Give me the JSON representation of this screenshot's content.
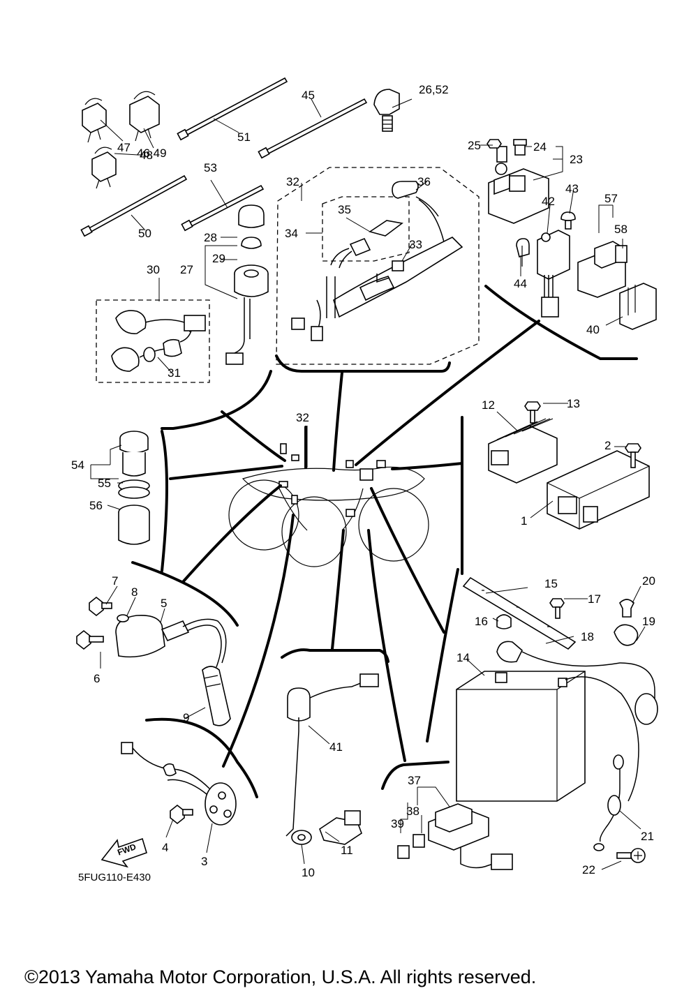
{
  "diagram_code": "5FUG110-E430",
  "copyright": "©2013 Yamaha Motor Corporation, U.S.A. All rights reserved.",
  "direction_label": "FWD",
  "labels": {
    "p1": "1",
    "p2": "2",
    "p3": "3",
    "p4": "4",
    "p5": "5",
    "p6": "6",
    "p7": "7",
    "p8": "8",
    "p9": "9",
    "p10": "10",
    "p11": "11",
    "p12": "12",
    "p13": "13",
    "p14": "14",
    "p15": "15",
    "p16": "16",
    "p17": "17",
    "p18": "18",
    "p19": "19",
    "p20": "20",
    "p21": "21",
    "p22": "22",
    "p23": "23",
    "p24": "24",
    "p25": "25",
    "p26_52": "26,52",
    "p27": "27",
    "p28": "28",
    "p29": "29",
    "p30": "30",
    "p31": "31",
    "p32a": "32",
    "p32b": "32",
    "p33": "33",
    "p34": "34",
    "p35": "35",
    "p36": "36",
    "p37": "37",
    "p38": "38",
    "p39": "39",
    "p40": "40",
    "p41": "41",
    "p42": "42",
    "p43": "43",
    "p44": "44",
    "p45": "45",
    "p46_49": "46,49",
    "p47": "47",
    "p48": "48",
    "p50": "50",
    "p51": "51",
    "p53": "53",
    "p54": "54",
    "p55": "55",
    "p56": "56",
    "p57": "57",
    "p58": "58"
  }
}
